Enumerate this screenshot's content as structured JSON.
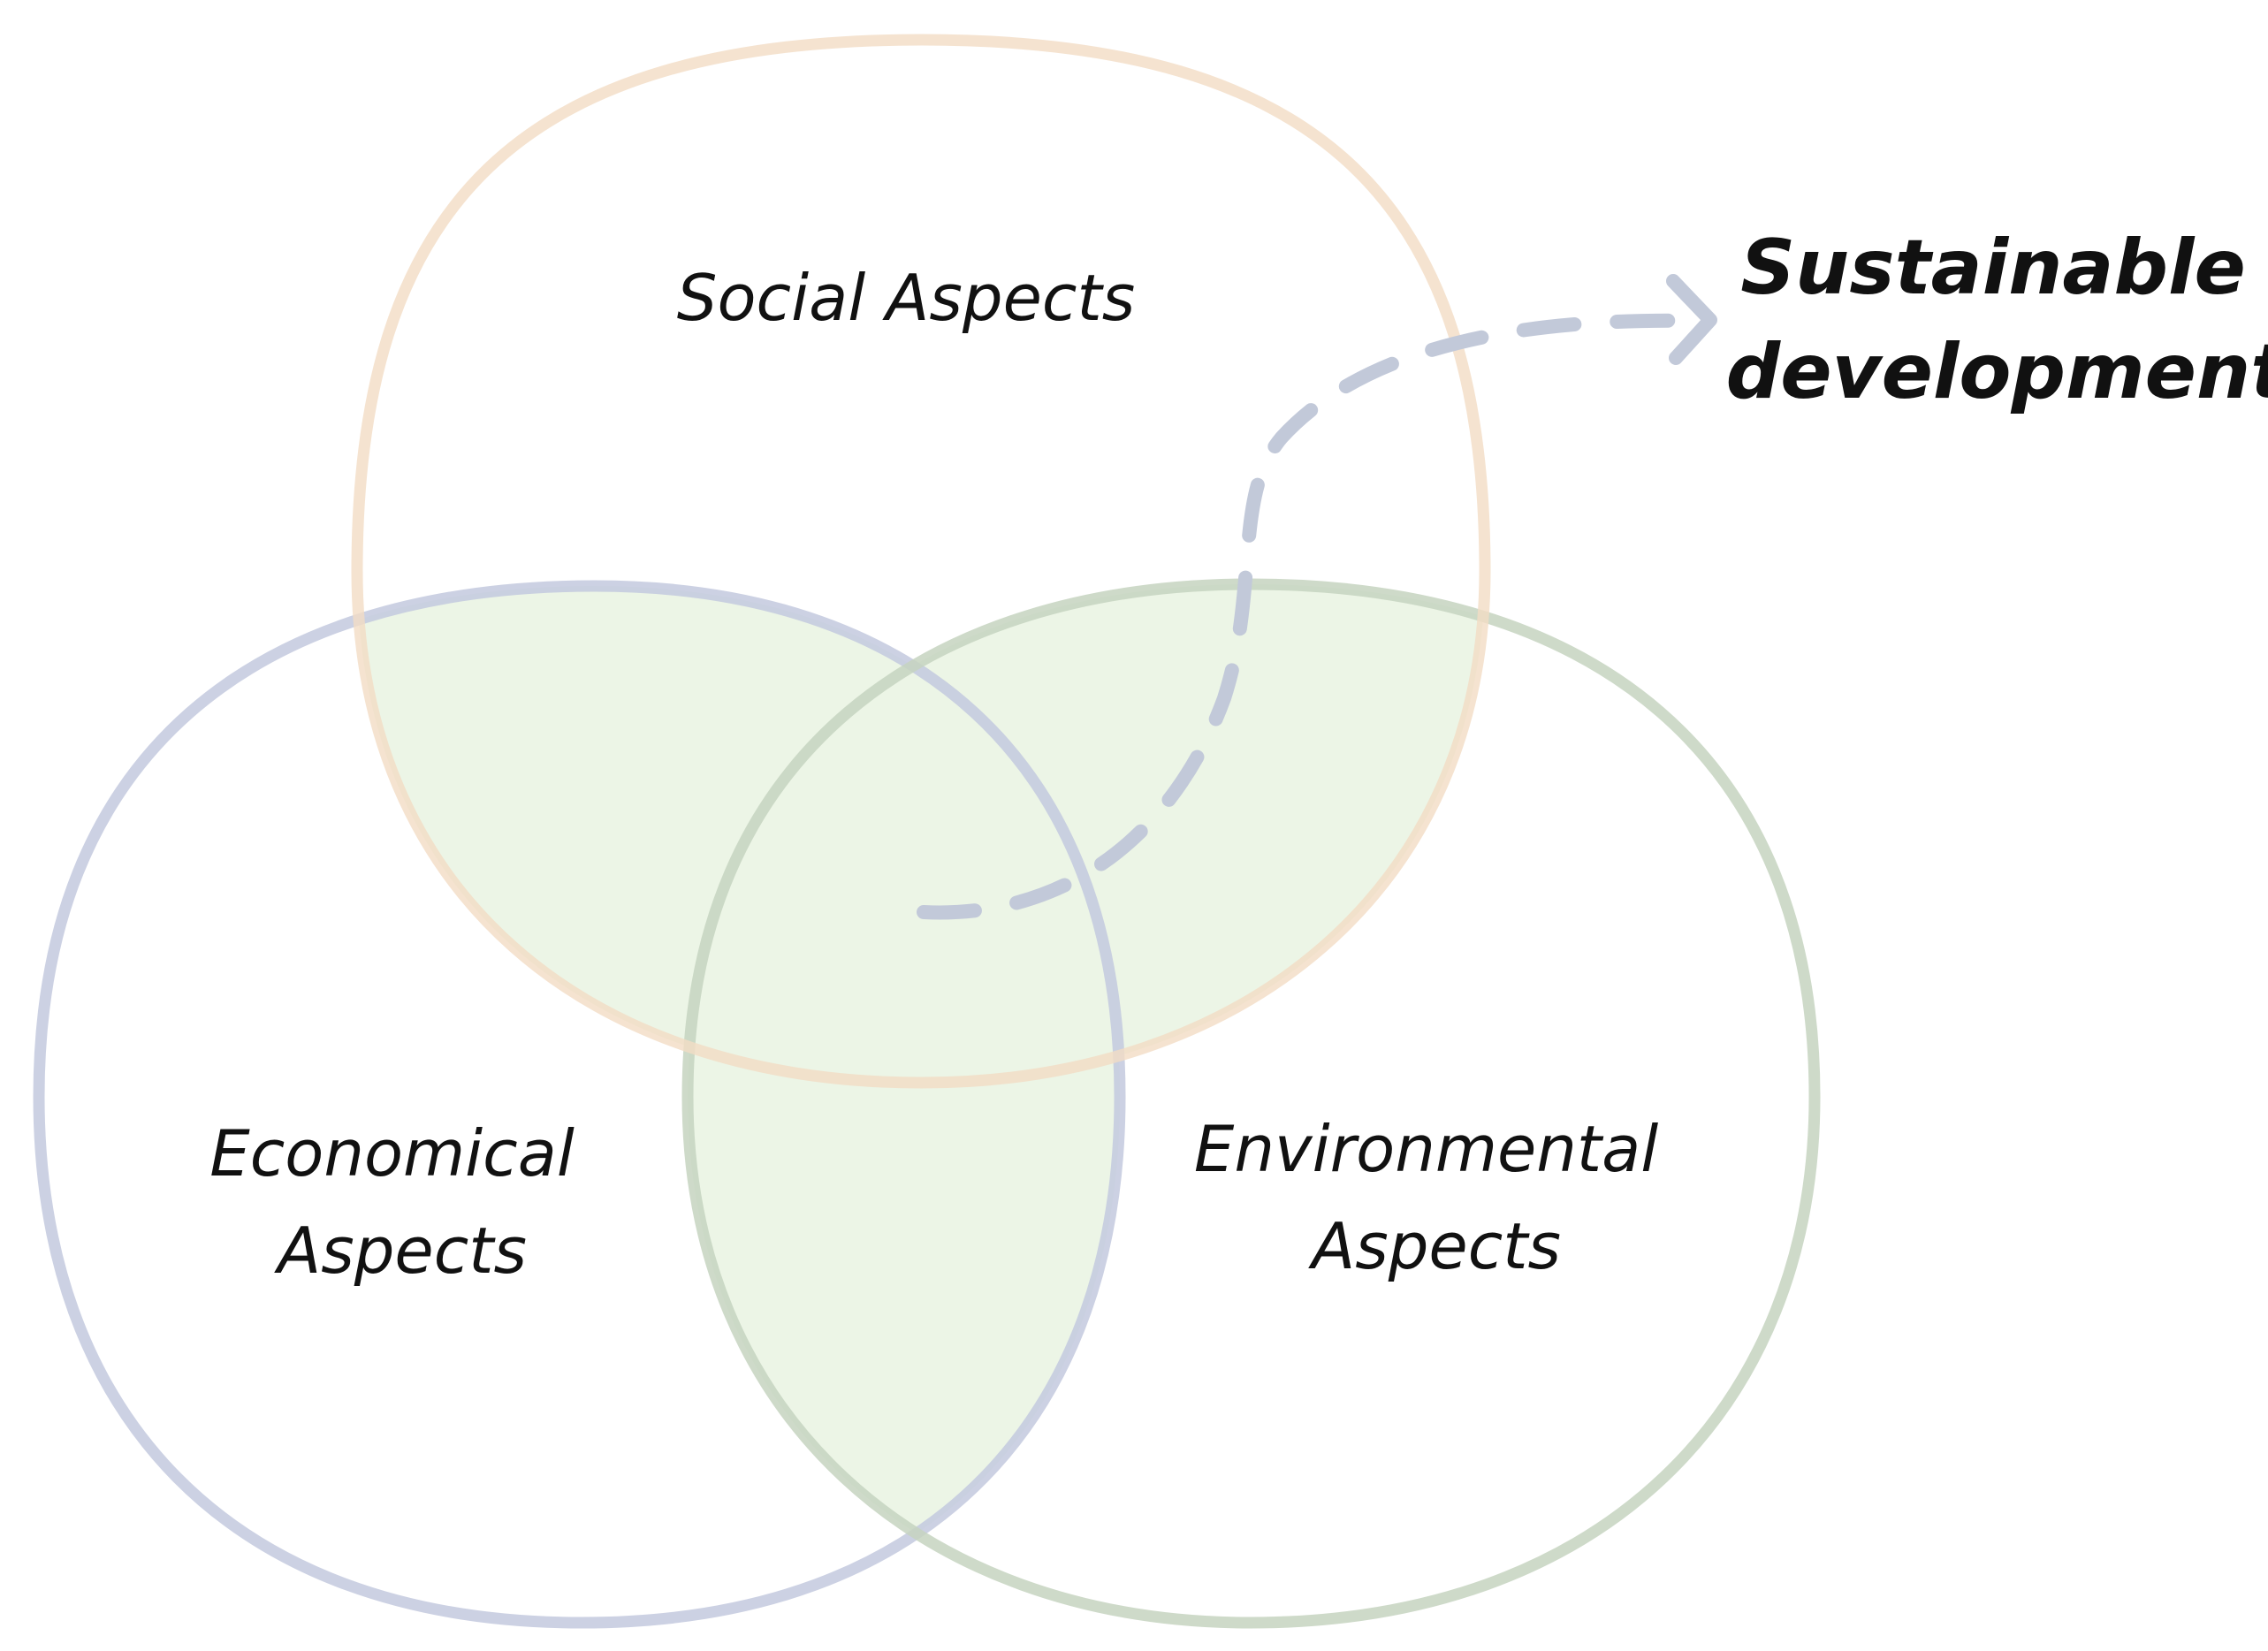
{
  "diagram": {
    "type": "venn",
    "sets": [
      {
        "id": "social",
        "label": "Social Aspects",
        "color": "#f3dcc4"
      },
      {
        "id": "economical",
        "label": "Economical Aspects",
        "color": "#c3c9de"
      },
      {
        "id": "environmental",
        "label": "Environmental Aspects",
        "color": "#c5d3bf"
      }
    ],
    "overlap_fill": "#ecf5e6",
    "arrow_color": "#c2c9d9",
    "result": {
      "line1": "Sustainable",
      "line2": "development"
    }
  }
}
